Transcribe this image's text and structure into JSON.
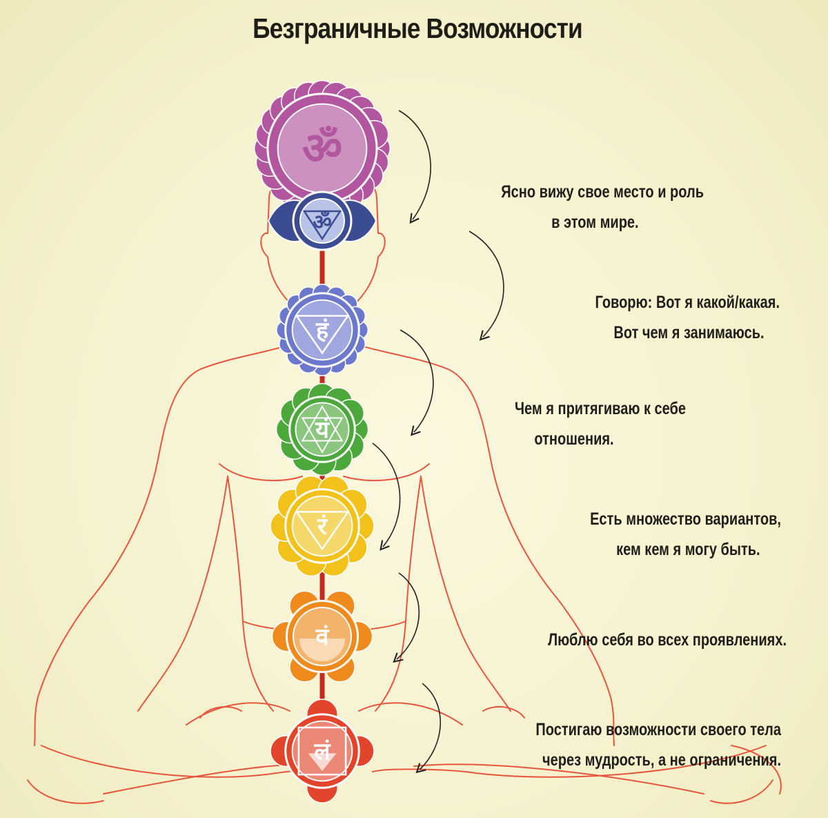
{
  "title": "Безграничные Возможности",
  "chakras": [
    {
      "name": "crown-chakra",
      "color": "#b2579f",
      "glyph": "ॐ"
    },
    {
      "name": "third-eye-chakra",
      "color": "#3b4c93",
      "glyph": "ॐ"
    },
    {
      "name": "throat-chakra",
      "color": "#6c78cc",
      "glyph": "हं"
    },
    {
      "name": "heart-chakra",
      "color": "#4ca83a",
      "glyph": "यं"
    },
    {
      "name": "solar-plexus-chakra",
      "color": "#f2c21a",
      "glyph": "रं"
    },
    {
      "name": "sacral-chakra",
      "color": "#ef8a1c",
      "glyph": "वं"
    },
    {
      "name": "root-chakra",
      "color": "#e2452b",
      "glyph": "लं"
    }
  ],
  "captions": [
    {
      "line1": "Ясно вижу свое место и роль",
      "line2": "в этом мире."
    },
    {
      "line1": "Говорю: Вот я какой/какая.",
      "line2": "Вот чем я занимаюсь."
    },
    {
      "line1": "Чем я притягиваю к себе",
      "line2": "отношения."
    },
    {
      "line1": "Есть множество вариантов,",
      "line2": "кем кем я могу быть."
    },
    {
      "line1": "Люблю себя во всех проявлениях."
    },
    {
      "line1": "Постигаю возможности своего тела",
      "line2": "через мудрость, а не ограничения."
    }
  ]
}
